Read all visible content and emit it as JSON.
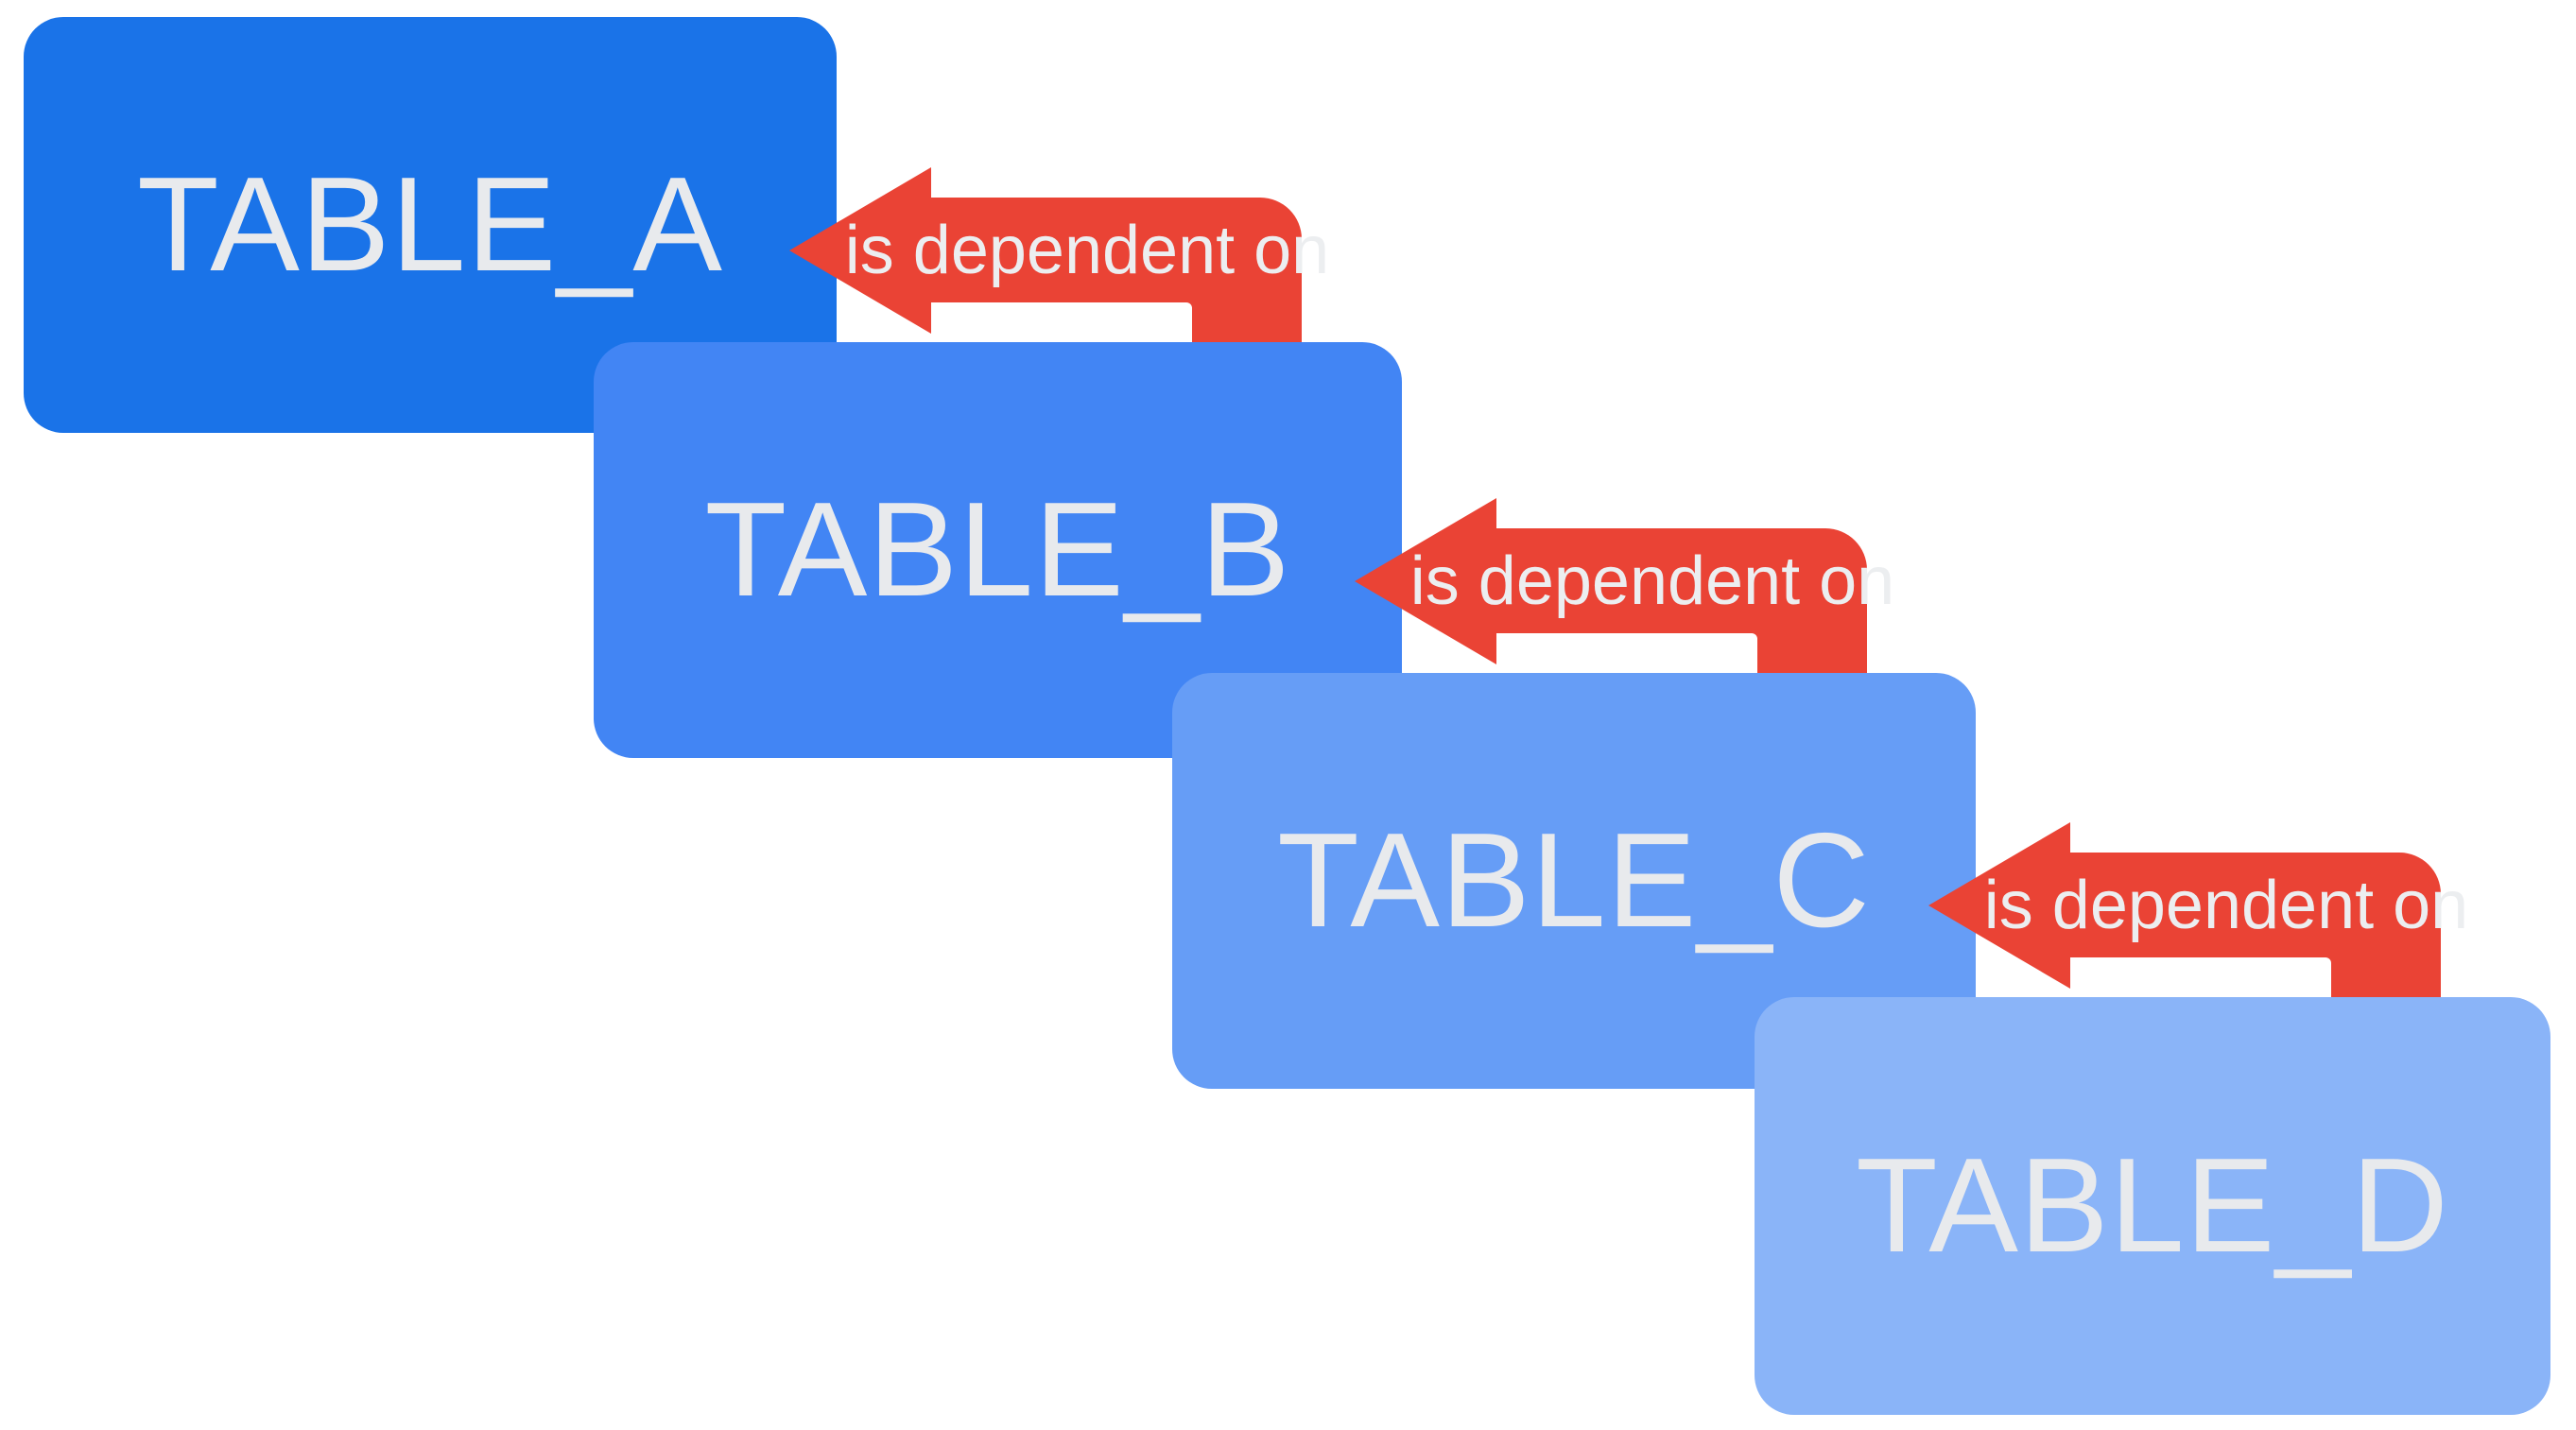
{
  "diagram": {
    "background_color": "#ffffff",
    "arrow_color": "#ea4335",
    "label_text_color": "#e8eaed",
    "tables": [
      {
        "label": "TABLE_A",
        "color": "#1a73e8"
      },
      {
        "label": "TABLE_B",
        "color": "#4285f4"
      },
      {
        "label": "TABLE_C",
        "color": "#669df6"
      },
      {
        "label": "TABLE_D",
        "color": "#8ab4f8"
      }
    ],
    "arrows": [
      {
        "label": "is dependent on",
        "from_table": "TABLE_B",
        "to_table": "TABLE_A"
      },
      {
        "label": "is dependent on",
        "from_table": "TABLE_C",
        "to_table": "TABLE_B"
      },
      {
        "label": "is dependent on",
        "from_table": "TABLE_D",
        "to_table": "TABLE_C"
      }
    ]
  }
}
